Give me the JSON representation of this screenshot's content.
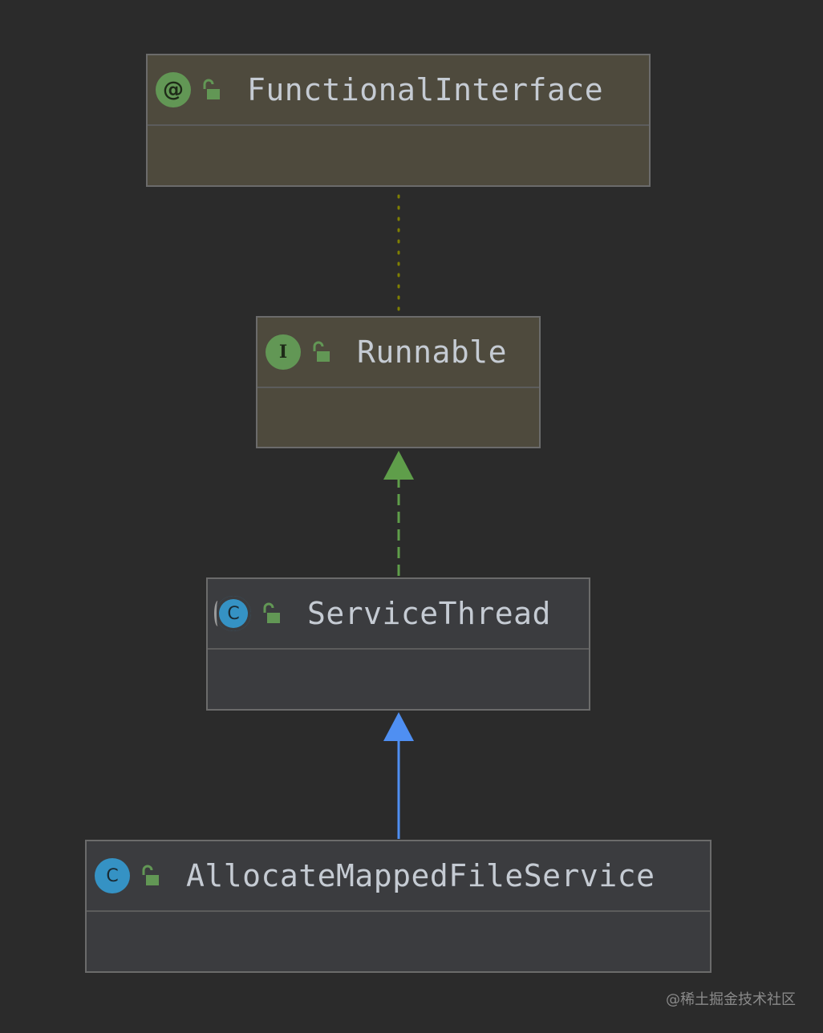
{
  "diagram": {
    "nodes": [
      {
        "id": "functional-interface",
        "title": "FunctionalInterface",
        "kind": "annotation",
        "icon": "annotation-icon",
        "icon_glyph": "@"
      },
      {
        "id": "runnable",
        "title": "Runnable",
        "kind": "interface",
        "icon": "interface-icon",
        "icon_glyph": "I"
      },
      {
        "id": "service-thread",
        "title": "ServiceThread",
        "kind": "abstract-class",
        "icon": "abstract-class-icon",
        "icon_glyph": "C"
      },
      {
        "id": "allocate-mapped-file-service",
        "title": "AllocateMappedFileService",
        "kind": "class",
        "icon": "class-icon",
        "icon_glyph": "C"
      }
    ],
    "edges": [
      {
        "from": "runnable",
        "to": "functional-interface",
        "type": "annotated-by",
        "style": "dotted",
        "color": "#808000"
      },
      {
        "from": "service-thread",
        "to": "runnable",
        "type": "implements",
        "style": "dashed",
        "color": "#5f9e4a"
      },
      {
        "from": "allocate-mapped-file-service",
        "to": "service-thread",
        "type": "extends",
        "style": "solid",
        "color": "#4f8ff2"
      }
    ],
    "visibility_icon": "public-lock-icon"
  },
  "colors": {
    "background": "#2b2b2b",
    "interface_fill": "#4e4a3d",
    "class_fill": "#3b3c3f",
    "annotation_green": "#629755",
    "class_blue": "#3592c4"
  },
  "watermark": "@稀土掘金技术社区"
}
